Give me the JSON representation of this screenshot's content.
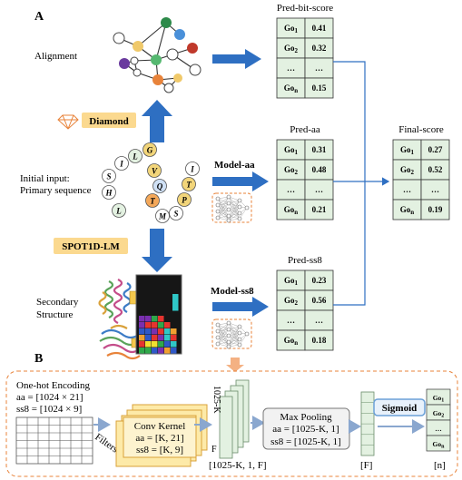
{
  "panel_a": {
    "letter": "A",
    "alignment_label": "Alignment",
    "initial_input_line1": "Initial input:",
    "initial_input_line2": "Primary sequence",
    "secondary_line1": "Secondary",
    "secondary_line2": "Structure",
    "diamond_label": "Diamond",
    "spot1d_label": "SPOT1D-LM",
    "model_aa_label": "Model-aa",
    "model_ss8_label": "Model-ss8",
    "sequence_letters": [
      "L",
      "H",
      "S",
      "I",
      "L",
      "G",
      "V",
      "Q",
      "T",
      "M",
      "S",
      "P",
      "T",
      "I"
    ],
    "colors": {
      "accent_blue": "#2e6fc2",
      "box_fill": "#e3f1e1",
      "label_fill": "#fbd98f",
      "dashed_orange": "#e8833a"
    }
  },
  "tables": [
    {
      "title": "Pred-bit-score",
      "rows": [
        {
          "go": "Go",
          "sub": "1",
          "val": "0.41"
        },
        {
          "go": "Go",
          "sub": "2",
          "val": "0.32"
        },
        {
          "go": "…",
          "sub": "",
          "val": "…"
        },
        {
          "go": "Go",
          "sub": "n",
          "val": "0.15"
        }
      ]
    },
    {
      "title": "Pred-aa",
      "rows": [
        {
          "go": "Go",
          "sub": "1",
          "val": "0.31"
        },
        {
          "go": "Go",
          "sub": "2",
          "val": "0.48"
        },
        {
          "go": "…",
          "sub": "",
          "val": "…"
        },
        {
          "go": "Go",
          "sub": "n",
          "val": "0.21"
        }
      ]
    },
    {
      "title": "Pred-ss8",
      "rows": [
        {
          "go": "Go",
          "sub": "1",
          "val": "0.23"
        },
        {
          "go": "Go",
          "sub": "2",
          "val": "0.56"
        },
        {
          "go": "…",
          "sub": "",
          "val": "…"
        },
        {
          "go": "Go",
          "sub": "n",
          "val": "0.18"
        }
      ]
    },
    {
      "title": "Final-score",
      "rows": [
        {
          "go": "Go",
          "sub": "1",
          "val": "0.27"
        },
        {
          "go": "Go",
          "sub": "2",
          "val": "0.52"
        },
        {
          "go": "…",
          "sub": "",
          "val": "…"
        },
        {
          "go": "Go",
          "sub": "n",
          "val": "0.19"
        }
      ]
    }
  ],
  "panel_b": {
    "letter": "B",
    "onehot_title": "One-hot Encoding",
    "onehot_aa": "aa = [1024 × 21]",
    "onehot_ss8": "ss8 = [1024 × 9]",
    "filters_label": "Filters = F",
    "conv_title": "Conv Kernel",
    "conv_aa": "aa = [K, 21]",
    "conv_ss8": "ss8 = [K, 9]",
    "dim_vertical": "1025-K",
    "dim_f": "F",
    "dim_shape": "[1025-K, 1, F]",
    "pool_title": "Max Pooling",
    "pool_aa": "aa = [1025-K, 1]",
    "pool_ss8": "ss8 = [1025-K, 1]",
    "f_label": "[F]",
    "sigmoid_label": "Sigmoid",
    "n_label": "[n]",
    "out_rows": [
      {
        "go": "Go",
        "sub": "1"
      },
      {
        "go": "Go",
        "sub": "2"
      },
      {
        "go": "…",
        "sub": ""
      },
      {
        "go": "Go",
        "sub": "n"
      }
    ]
  }
}
